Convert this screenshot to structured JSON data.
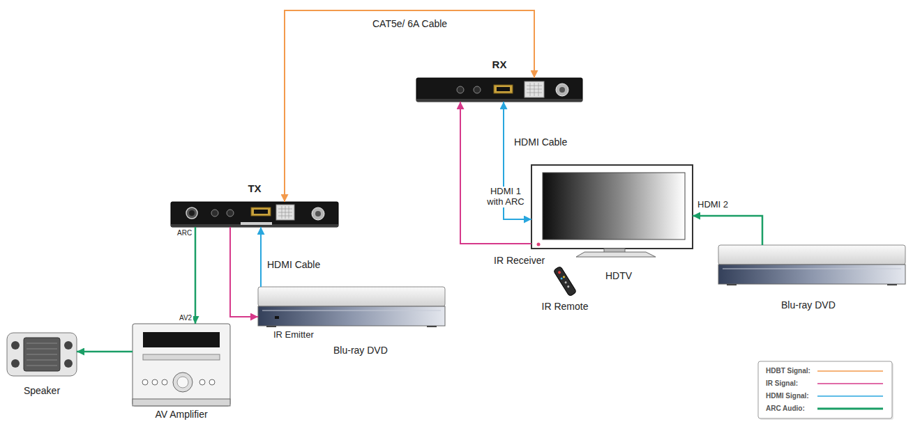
{
  "diagram": {
    "nodes": [
      {
        "text": [
          "TX"
        ]
      },
      {
        "text": [
          "RX"
        ]
      },
      {
        "text": [
          "HDTV"
        ]
      },
      {
        "text": [
          "Blu-ray DVD"
        ]
      },
      {
        "text": [
          "Blu-ray DVD"
        ]
      },
      {
        "text": [
          "AV Amplifier"
        ]
      },
      {
        "text": [
          "Speaker"
        ]
      },
      {
        "text": [
          "IR Remote"
        ]
      }
    ],
    "edges": [
      {
        "from": 0,
        "to": 1,
        "label": "CAT5e/ 6A Cable",
        "arrow": "both"
      },
      {
        "from": 1,
        "to": 2,
        "label": "HDMI Cable",
        "arrow": "both"
      },
      {
        "from": 2,
        "to": 1,
        "arrow": "to"
      },
      {
        "from": 0,
        "to": 3,
        "arrow": "to"
      },
      {
        "from": 3,
        "to": 0,
        "label": "HDMI Cable",
        "arrow": "to"
      },
      {
        "from": 0,
        "to": 5,
        "arrow": "to"
      },
      {
        "from": 5,
        "to": 6,
        "arrow": "to"
      },
      {
        "from": 4,
        "to": 2,
        "arrow": "to"
      }
    ],
    "labels": [
      "ARC",
      "AV2",
      "IR Emitter",
      "HDMI 1 with ARC",
      "HDMI 2",
      "IR Receiver"
    ],
    "legend": [
      {
        "text": "HDBT Signal:"
      },
      {
        "text": "IR Signal:"
      },
      {
        "text": "HDMI Signal:"
      },
      {
        "text": "ARC Audio:"
      }
    ]
  }
}
